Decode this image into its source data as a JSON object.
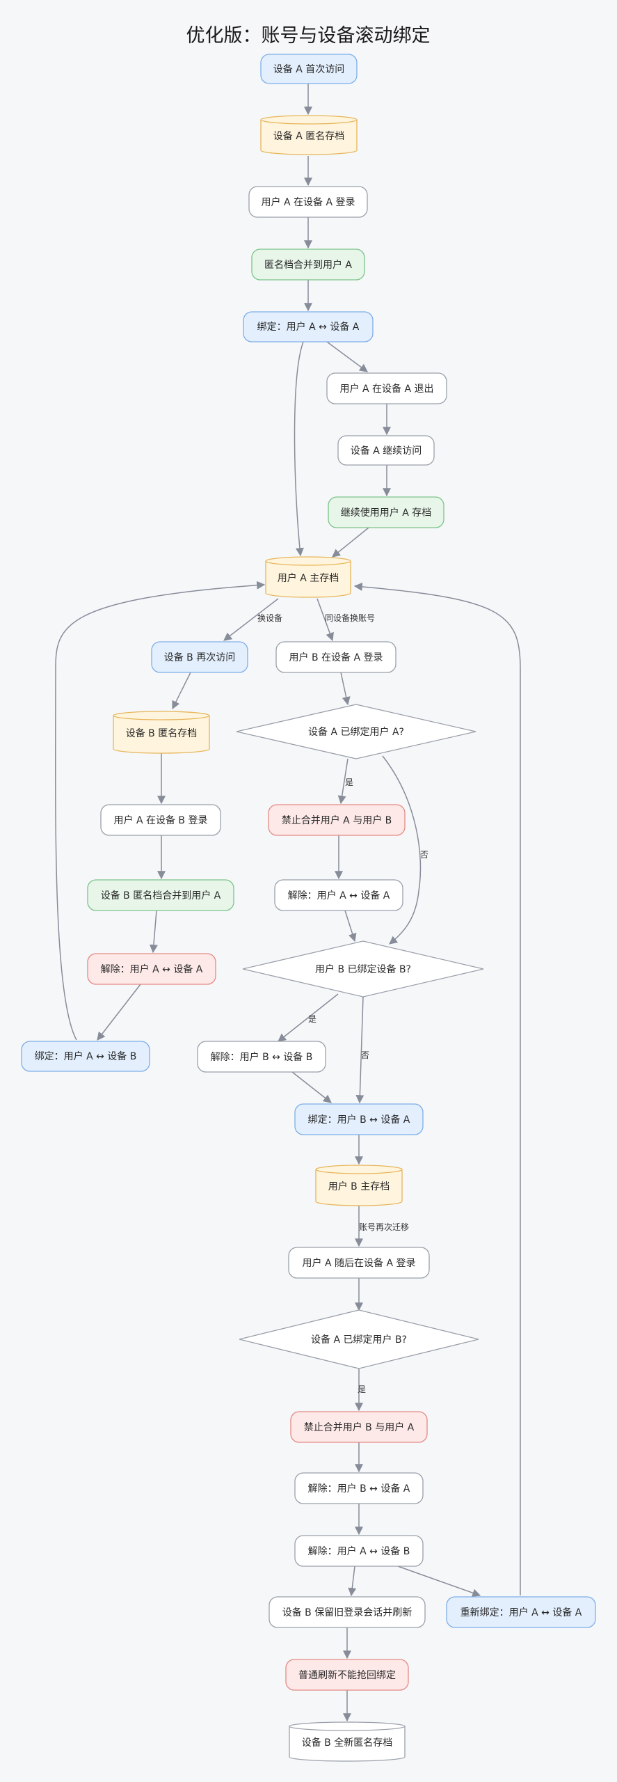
{
  "title": "优化版：账号与设备滚动绑定",
  "palette": {
    "blue": {
      "fill": "#e3effd",
      "stroke": "#7eaee8"
    },
    "yellow": {
      "fill": "#fff4dd",
      "stroke": "#e6b65a"
    },
    "green": {
      "fill": "#e8f6ea",
      "stroke": "#7cc48a"
    },
    "red": {
      "fill": "#fde9e8",
      "stroke": "#e48a84"
    },
    "white": {
      "fill": "#ffffff",
      "stroke": "#9aa0aa"
    },
    "edge": "#878c99"
  },
  "nodes": {
    "n1": "设备 A 首次访问",
    "n2": "设备 A 匿名存档",
    "n3": "用户 A 在设备 A 登录",
    "n4": "匿名档合并到用户 A",
    "n5": "绑定：用户 A ↔ 设备 A",
    "n6": "用户 A 在设备 A 退出",
    "n7": "设备 A 继续访问",
    "n8": "继续使用用户 A 存档",
    "n9": "用户 A 主存档",
    "n10": "设备 B 再次访问",
    "n11": "用户 B 在设备 A 登录",
    "n12": "设备 B 匿名存档",
    "n13": "设备 A 已绑定用户 A?",
    "n14": "用户 A 在设备 B 登录",
    "n15": "禁止合并用户 A 与用户 B",
    "n16": "设备 B 匿名档合并到用户 A",
    "n17": "解除：用户 A ↔ 设备 A",
    "n18": "解除：用户 A ↔ 设备 A",
    "n19": "用户 B 已绑定设备 B?",
    "n20": "绑定：用户 A ↔ 设备 B",
    "n21": "解除：用户 B ↔ 设备 B",
    "n22": "绑定：用户 B ↔ 设备 A",
    "n23": "用户 B 主存档",
    "n24": "用户 A 随后在设备 A 登录",
    "n25": "设备 A 已绑定用户 B?",
    "n26": "禁止合并用户 B 与用户 A",
    "n27": "解除：用户 B ↔ 设备 A",
    "n28": "解除：用户 A ↔ 设备 B",
    "n29": "设备 B 保留旧登录会话并刷新",
    "n30": "重新绑定：用户 A ↔ 设备 A",
    "n31": "普通刷新不能抢回绑定",
    "n32": "设备 B 全新匿名存档"
  },
  "edge_labels": {
    "switch_device": "换设备",
    "same_device_switch_account": "同设备换账号",
    "yes1": "是",
    "no1": "否",
    "yes2": "是",
    "no2": "否",
    "account_migrate_again": "账号再次迁移",
    "yes3": "是"
  }
}
